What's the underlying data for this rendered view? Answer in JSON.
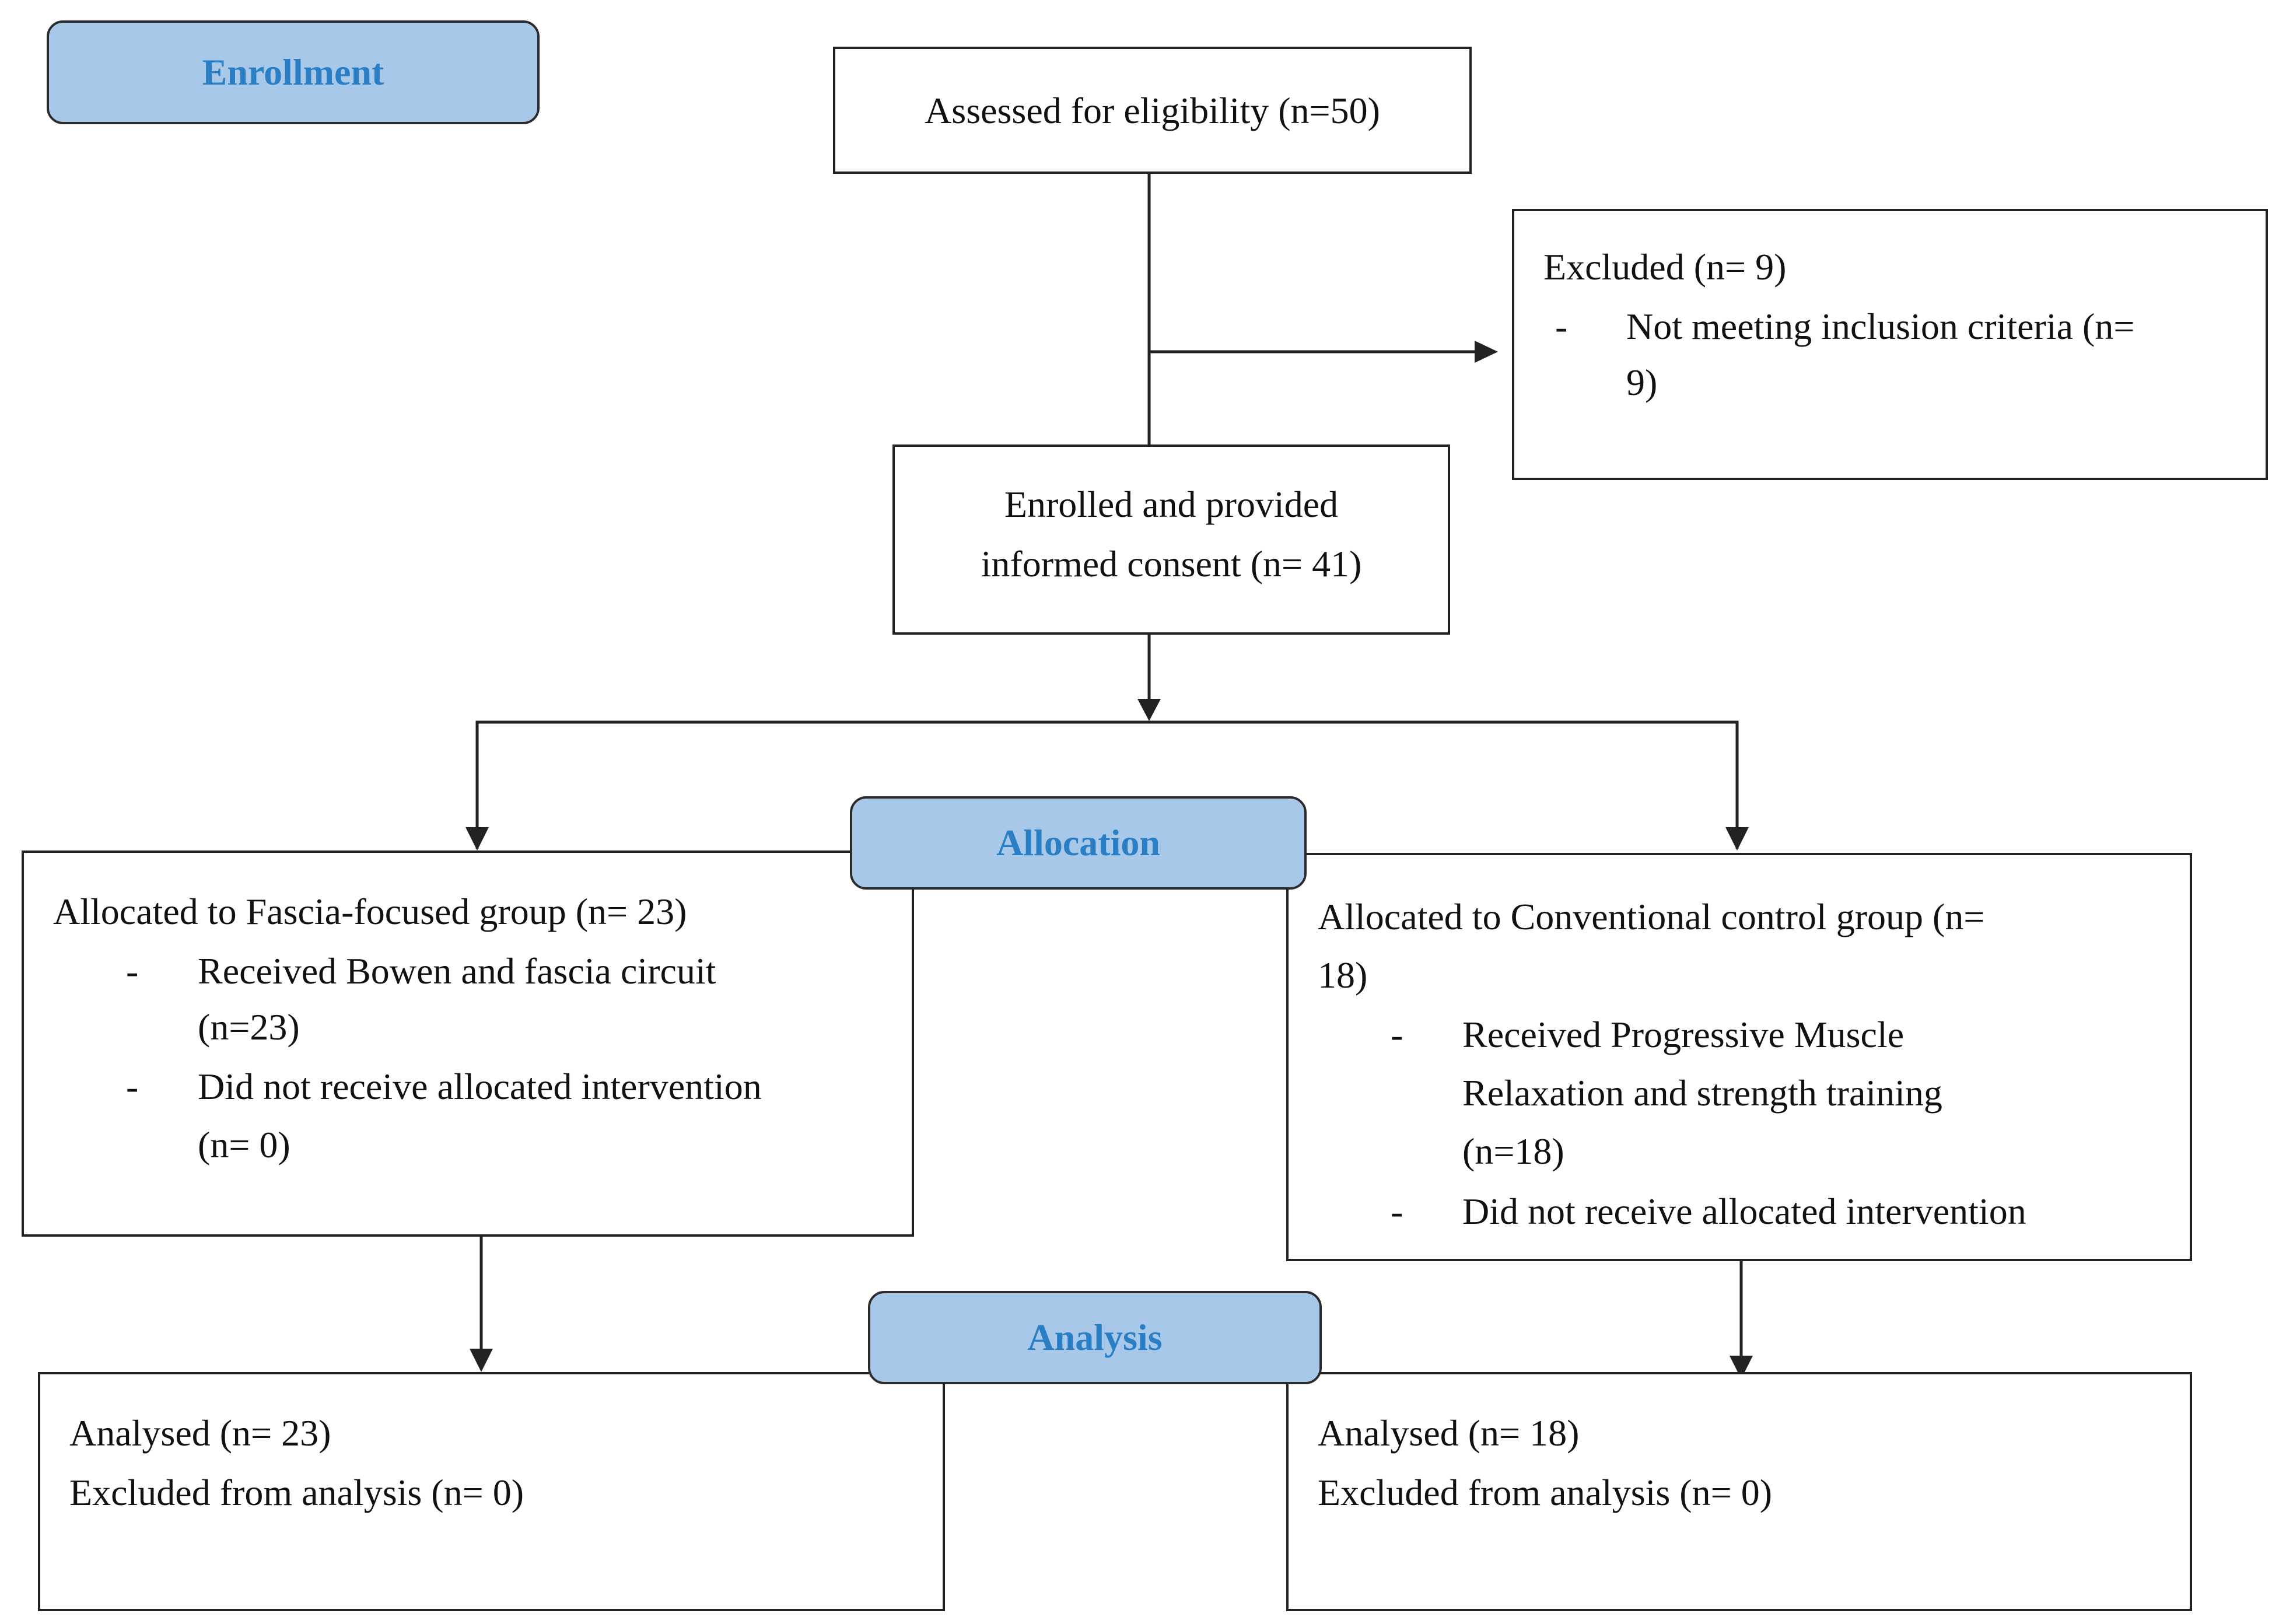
{
  "phases": {
    "enrollment": "Enrollment",
    "allocation": "Allocation",
    "analysis": "Analysis"
  },
  "assessed": "Assessed for eligibility (n=50)",
  "excluded": {
    "title": "Excluded (n= 9)",
    "bullet_line1": "Not meeting inclusion criteria (n=",
    "bullet_line2": "9)"
  },
  "enrolled": {
    "line1": "Enrolled and provided",
    "line2": "informed consent (n= 41)"
  },
  "fascia_group": {
    "title": "Allocated to Fascia-focused group (n= 23)",
    "b1_line1": "Received Bowen and fascia circuit",
    "b1_line2": "(n=23)",
    "b2_line1": "Did not receive allocated intervention",
    "b2_line2": "(n= 0)"
  },
  "control_group": {
    "title_line1": "Allocated to Conventional control group (n=",
    "title_line2": "18)",
    "b1_line1": "Received Progressive Muscle",
    "b1_line2": "Relaxation and strength training",
    "b1_line3": "(n=18)",
    "b2_line1": "Did not receive allocated intervention"
  },
  "analysis_left": {
    "line1": "Analysed (n= 23)",
    "line2": "Excluded from analysis (n= 0)"
  },
  "analysis_right": {
    "line1": "Analysed (n= 18)",
    "line2": "Excluded from analysis (n= 0)"
  },
  "dash": "-",
  "colors": {
    "phase_fill": "#a8c8ea",
    "phase_text": "#2a7fc4",
    "line": "#222222"
  }
}
